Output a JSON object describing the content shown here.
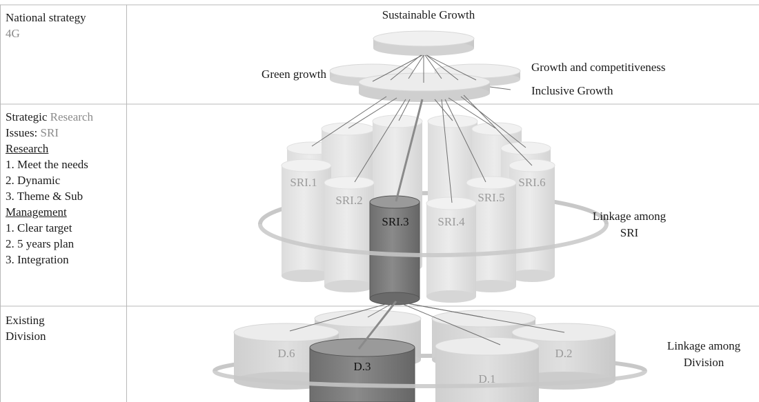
{
  "rows": [
    {
      "lines": [
        {
          "text": "National strategy"
        },
        {
          "text": "4G",
          "muted": true
        }
      ]
    },
    {
      "lines": [
        {
          "segments": [
            {
              "text": "Strategic "
            },
            {
              "text": "Research",
              "muted": true
            }
          ]
        },
        {
          "segments": [
            {
              "text": "Issues: "
            },
            {
              "text": "SRI",
              "muted": true
            }
          ]
        },
        {
          "text": "Research",
          "underline": true
        },
        {
          "text": "1. Meet the needs"
        },
        {
          "text": "2. Dynamic"
        },
        {
          "text": "3. Theme & Sub"
        },
        {
          "text": "Management",
          "underline": true
        },
        {
          "text": "1. Clear target"
        },
        {
          "text": "2. 5 years plan"
        },
        {
          "text": "3. Integration"
        }
      ]
    },
    {
      "lines": [
        {
          "text": "Existing"
        },
        {
          "text": "Division"
        }
      ]
    }
  ],
  "diagram": {
    "sustainable_growth": "Sustainable Growth",
    "green_growth": "Green growth",
    "growth_competitiveness": "Growth and competitiveness",
    "inclusive_growth": "Inclusive Growth",
    "sri_labels": {
      "sri1": "SRI.1",
      "sri2": "SRI.2",
      "sri3": "SRI.3",
      "sri4": "SRI.4",
      "sri5": "SRI.5",
      "sri6": "SRI.6"
    },
    "division_labels": {
      "d1": "D.1",
      "d2": "D.2",
      "d3": "D.3",
      "d6": "D.6"
    },
    "linkage_sri": [
      "Linkage among",
      "SRI"
    ],
    "linkage_division": [
      "Linkage among",
      "Division"
    ]
  },
  "colors": {
    "border": "#b8b8b8",
    "highlight": "#7f7f7f",
    "highlight_dark": "#5a5a5a",
    "light_fill": "#e6e6e6",
    "light_top": "#f2f2f2",
    "muted_text": "#8a8a8a"
  }
}
